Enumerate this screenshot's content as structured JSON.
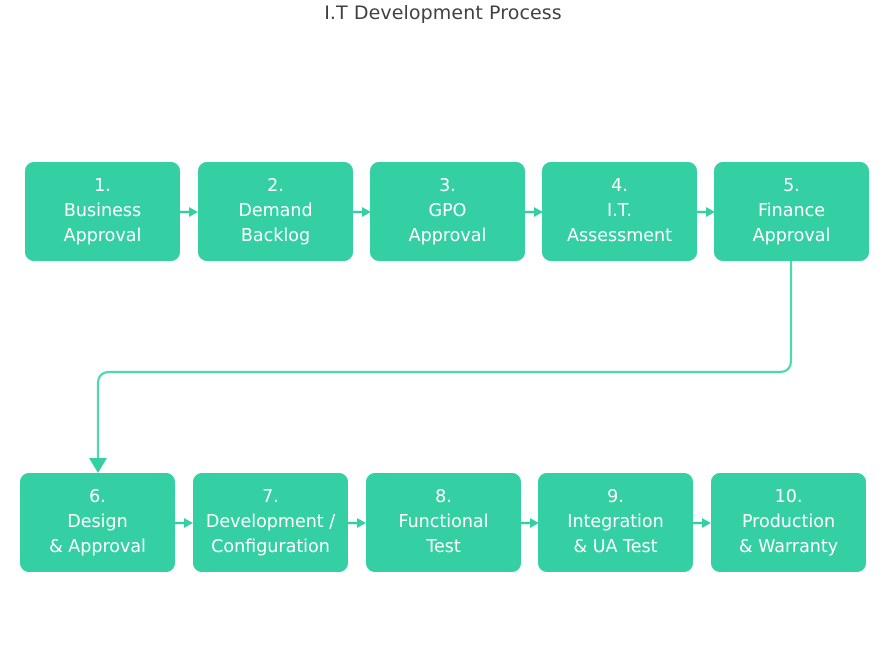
{
  "diagram": {
    "title": "I.T Development Process",
    "accent_color": "#35CFA4",
    "title_color": "#404040",
    "box_text_color": "#FFFFFF",
    "background_color": "#FFFFFF",
    "type": "flowchart",
    "rows": [
      {
        "id": "row-1",
        "steps": [
          {
            "index": "1.",
            "line1": "Business",
            "line2": "Approval"
          },
          {
            "index": "2.",
            "line1": "Demand",
            "line2": "Backlog"
          },
          {
            "index": "3.",
            "line1": "GPO",
            "line2": "Approval"
          },
          {
            "index": "4.",
            "line1": "I.T.",
            "line2": "Assessment"
          },
          {
            "index": "5.",
            "line1": "Finance",
            "line2": "Approval"
          }
        ]
      },
      {
        "id": "row-2",
        "steps": [
          {
            "index": "6.",
            "line1": "Design",
            "line2": "& Approval"
          },
          {
            "index": "7.",
            "line1": "Development /",
            "line2": "Configuration"
          },
          {
            "index": "8.",
            "line1": "Functional",
            "line2": "Test"
          },
          {
            "index": "9.",
            "line1": "Integration",
            "line2": "& UA Test"
          },
          {
            "index": "10.",
            "line1": "Production",
            "line2": "& Warranty"
          }
        ]
      }
    ],
    "connectors": {
      "horizontal_arrow_count": 8,
      "wrap_connector": "from step 5 bottom, down and left, arrow into step 6 top"
    }
  }
}
